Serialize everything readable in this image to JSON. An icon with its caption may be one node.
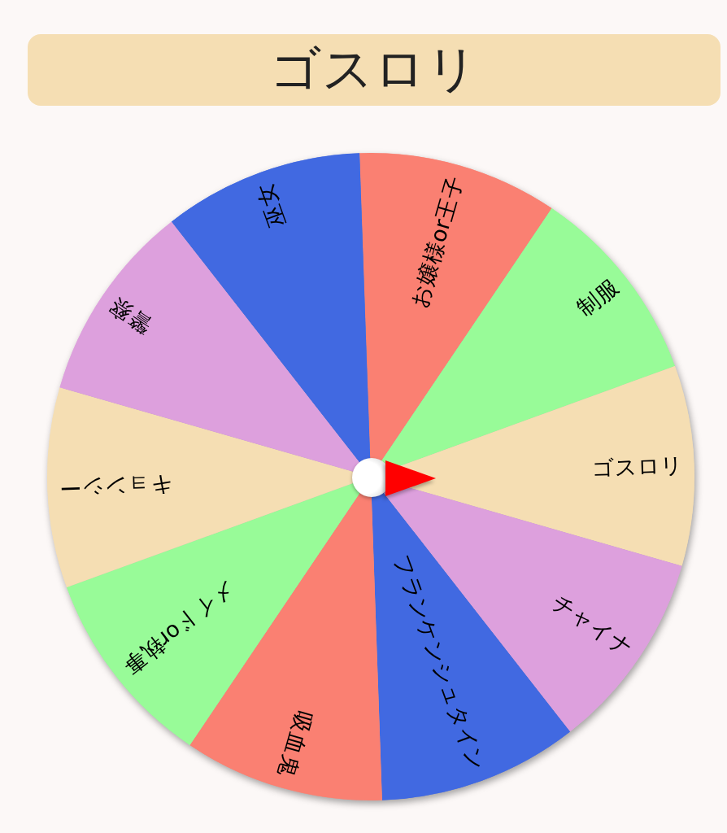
{
  "diagram": {
    "title": "ゴスロリ",
    "nodes": [
      {
        "text": [
          "お嬢様or王子"
        ]
      },
      {
        "text": [
          "制服"
        ]
      },
      {
        "text": [
          "ゴスロリ"
        ]
      },
      {
        "text": [
          "チャイナ"
        ]
      },
      {
        "text": [
          "フランケンシュタイン"
        ]
      },
      {
        "text": [
          "吸血鬼"
        ]
      },
      {
        "text": [
          "メイドor執事"
        ]
      },
      {
        "text": [
          "キョンシー"
        ]
      },
      {
        "text": [
          "警察"
        ]
      },
      {
        "text": [
          "巫女"
        ]
      }
    ]
  }
}
